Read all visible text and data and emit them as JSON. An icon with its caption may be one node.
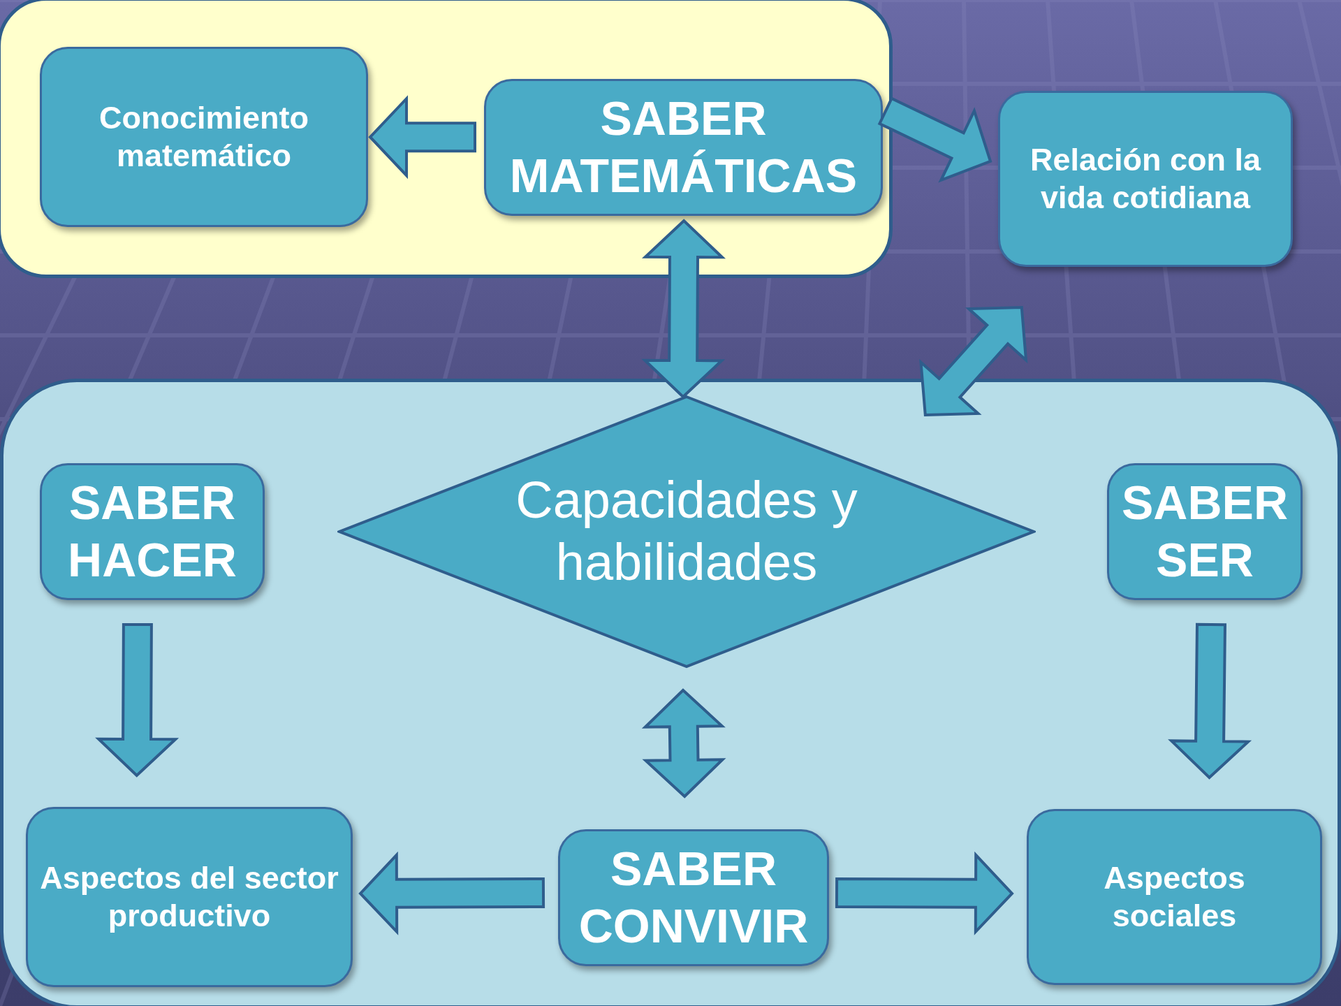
{
  "diagram": {
    "nodes": [
      {
        "text": [],
        "shape": "box"
      },
      {
        "text": [
          "Conocimiento matemático"
        ],
        "in": 0
      },
      {
        "text": [
          "SABER MATEMÁTICAS"
        ],
        "in": 0
      },
      {
        "text": [
          "Relación con la vida cotidiana"
        ]
      },
      {
        "text": [],
        "shape": "box"
      },
      {
        "text": [
          "SABER HACER"
        ],
        "in": 4
      },
      {
        "text": [
          "Capacidades y habilidades"
        ],
        "in": 4
      },
      {
        "text": [
          "SABER SER"
        ],
        "in": 4
      },
      {
        "text": [
          "Aspectos del sector productivo"
        ],
        "in": 4
      },
      {
        "text": [
          "SABER CONVIVIR"
        ],
        "in": 4
      },
      {
        "text": [
          "Aspectos sociales"
        ],
        "in": 4
      }
    ],
    "edges": [
      {
        "from": 2,
        "to": 1,
        "arrow": "to"
      },
      {
        "from": 2,
        "to": 3,
        "arrow": "to"
      },
      {
        "from": 2,
        "to": 6,
        "arrow": "both"
      },
      {
        "from": 4,
        "to": 3,
        "arrow": "both"
      },
      {
        "from": 5,
        "to": 8,
        "arrow": "to"
      },
      {
        "from": 6,
        "to": 9,
        "arrow": "both"
      },
      {
        "from": 7,
        "to": 10,
        "arrow": "to"
      },
      {
        "from": 9,
        "to": 8,
        "arrow": "to"
      },
      {
        "from": 9,
        "to": 10,
        "arrow": "to"
      }
    ]
  }
}
